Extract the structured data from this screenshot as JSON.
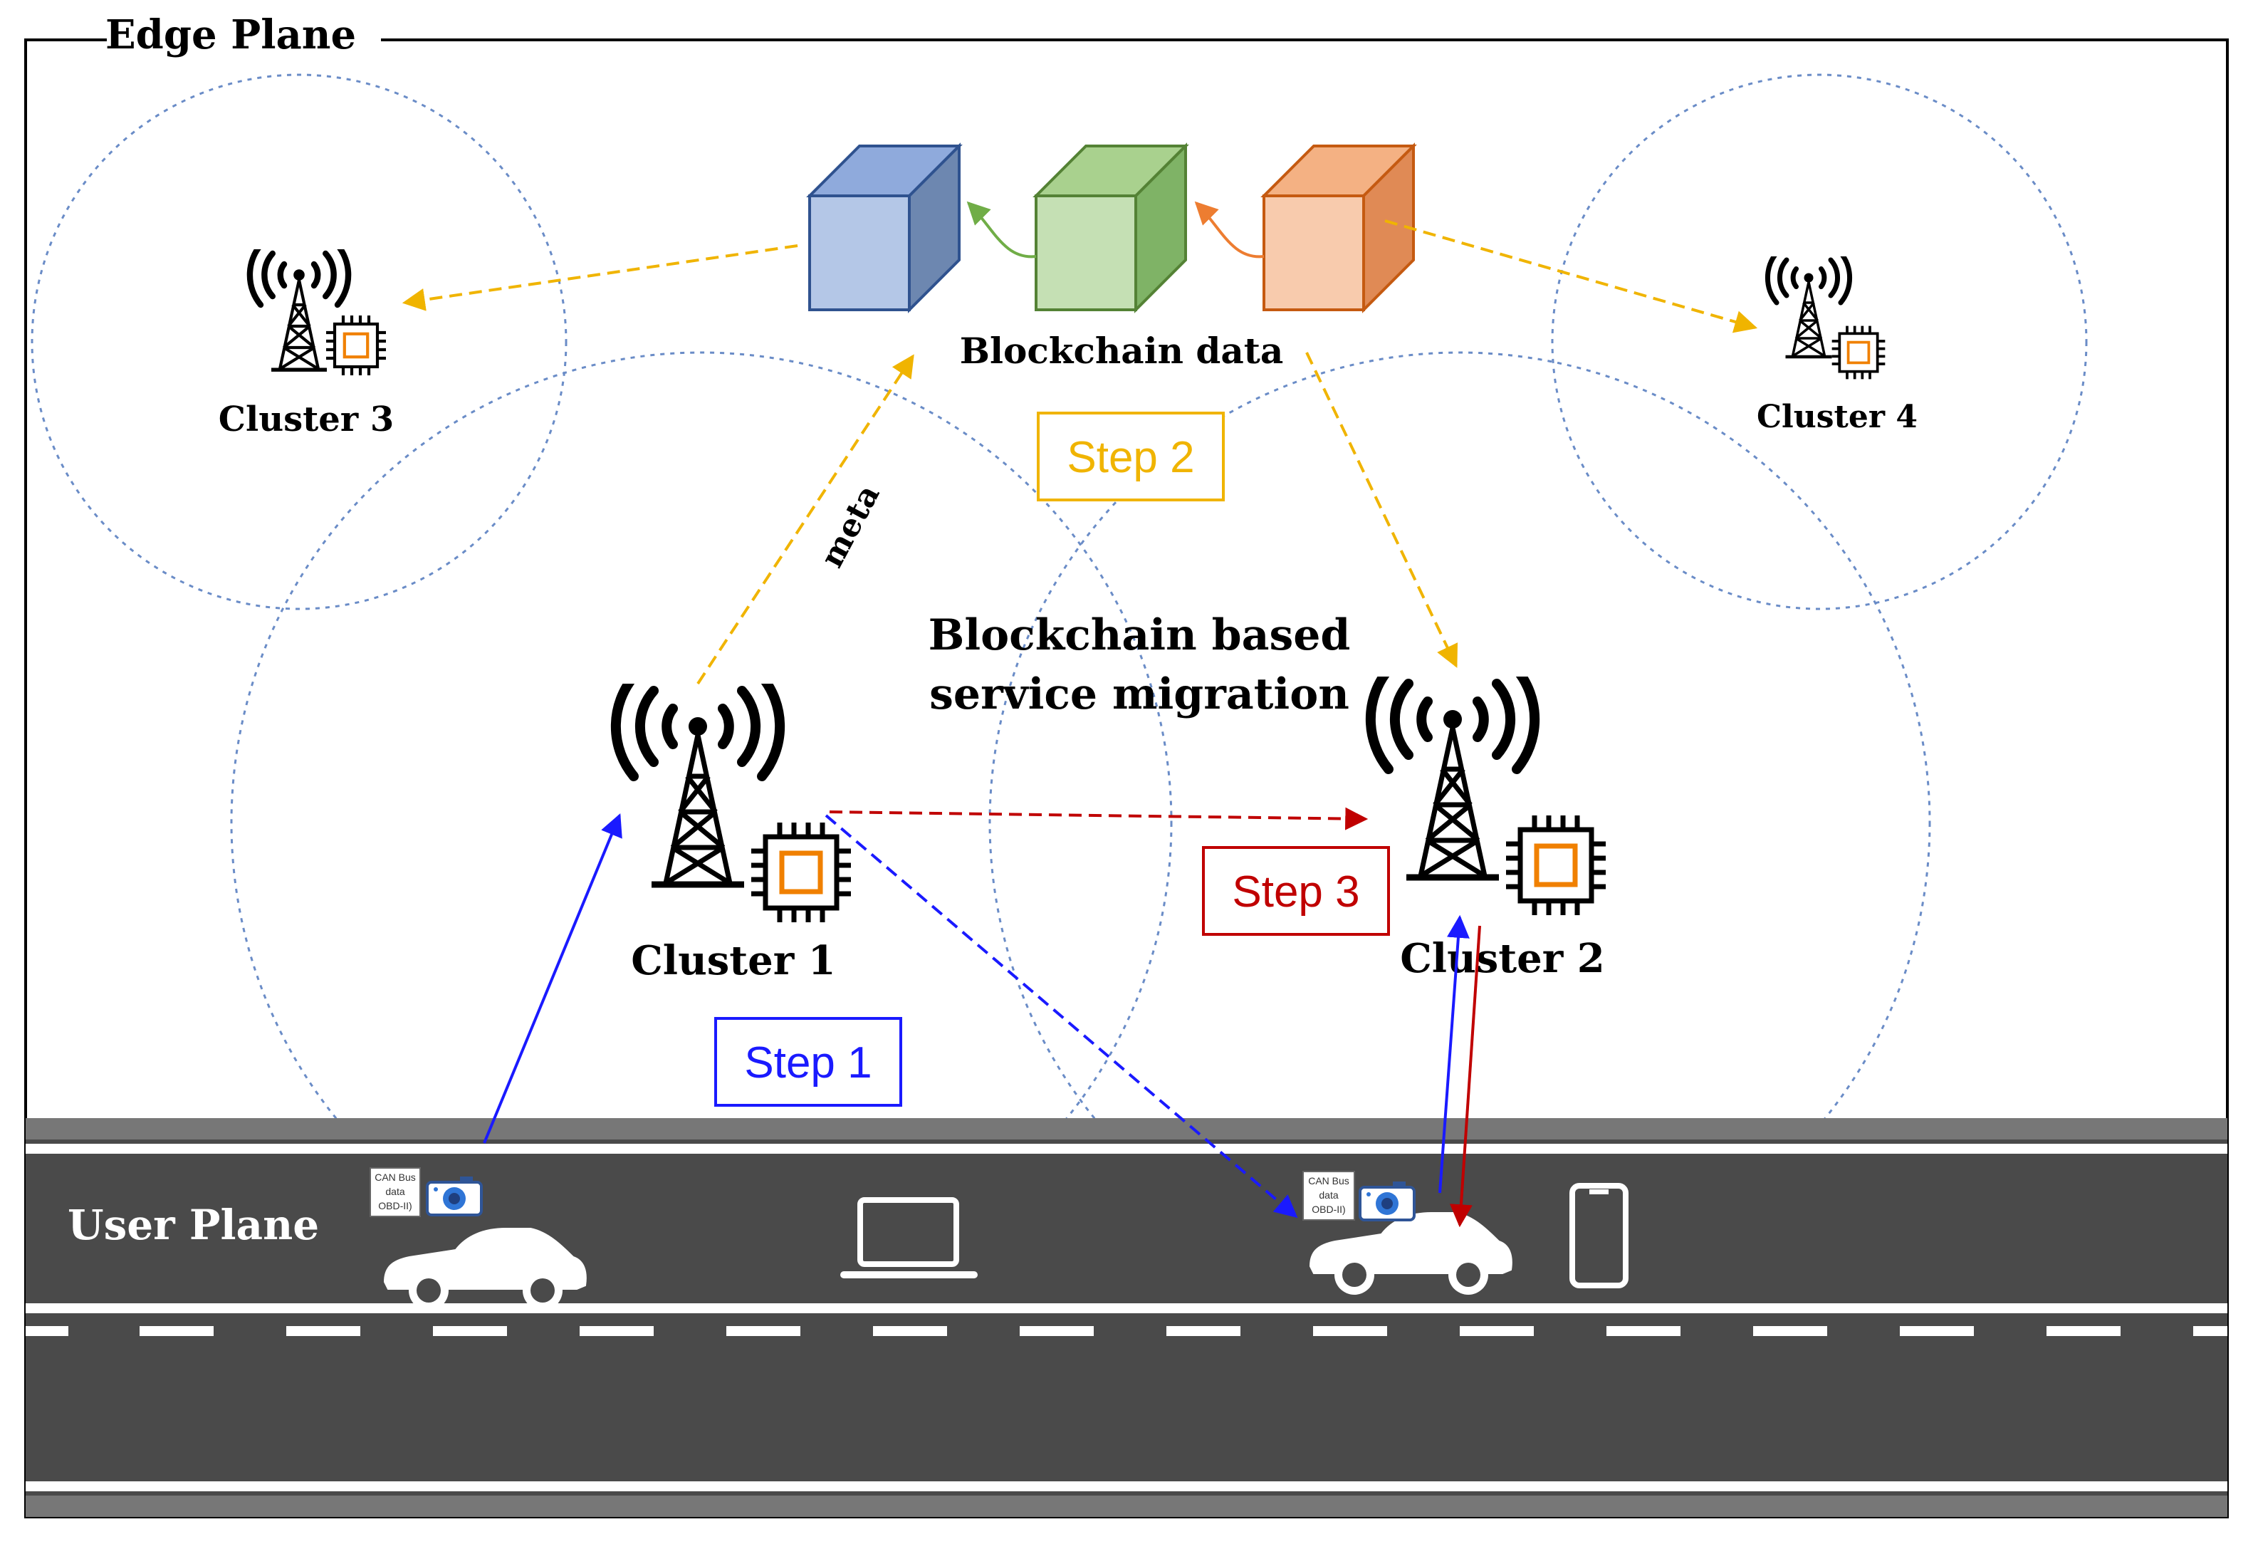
{
  "diagram": {
    "edge_plane_label": "Edge Plane",
    "user_plane_label": "User Plane",
    "blockchain_label": "Blockchain data",
    "migration_label_line1": "Blockchain based",
    "migration_label_line2": "service migration",
    "meta_label": "meta",
    "clusters": [
      {
        "id": "cluster-1",
        "label": "Cluster 1"
      },
      {
        "id": "cluster-2",
        "label": "Cluster 2"
      },
      {
        "id": "cluster-3",
        "label": "Cluster 3"
      },
      {
        "id": "cluster-4",
        "label": "Cluster 4"
      }
    ],
    "steps": [
      {
        "id": "step-1",
        "label": "Step 1",
        "color": "#1a1aff"
      },
      {
        "id": "step-2",
        "label": "Step 2",
        "color": "#f0b400"
      },
      {
        "id": "step-3",
        "label": "Step 3",
        "color": "#c00000"
      }
    ],
    "can_bus_lines": [
      "CAN Bus",
      "data",
      "OBD-II)"
    ],
    "blocks": [
      {
        "name": "blue-block",
        "front": "#b4c7e7",
        "top": "#8faadc",
        "side": "#6d87b0",
        "stroke": "#2f528f"
      },
      {
        "name": "green-block",
        "front": "#c5e0b4",
        "top": "#a9d18e",
        "side": "#7fb366",
        "stroke": "#548235"
      },
      {
        "name": "orange-block",
        "front": "#f8cbad",
        "top": "#f4b183",
        "side": "#e08a55",
        "stroke": "#c55a11"
      }
    ],
    "colors": {
      "road": "#4a4a4a",
      "road_line": "#ffffff",
      "circle": "#6a8cc7",
      "chip": "#f08000",
      "arrow_blue": "#1a1aff",
      "arrow_orange": "#f0b400",
      "arrow_red": "#c00000"
    }
  }
}
